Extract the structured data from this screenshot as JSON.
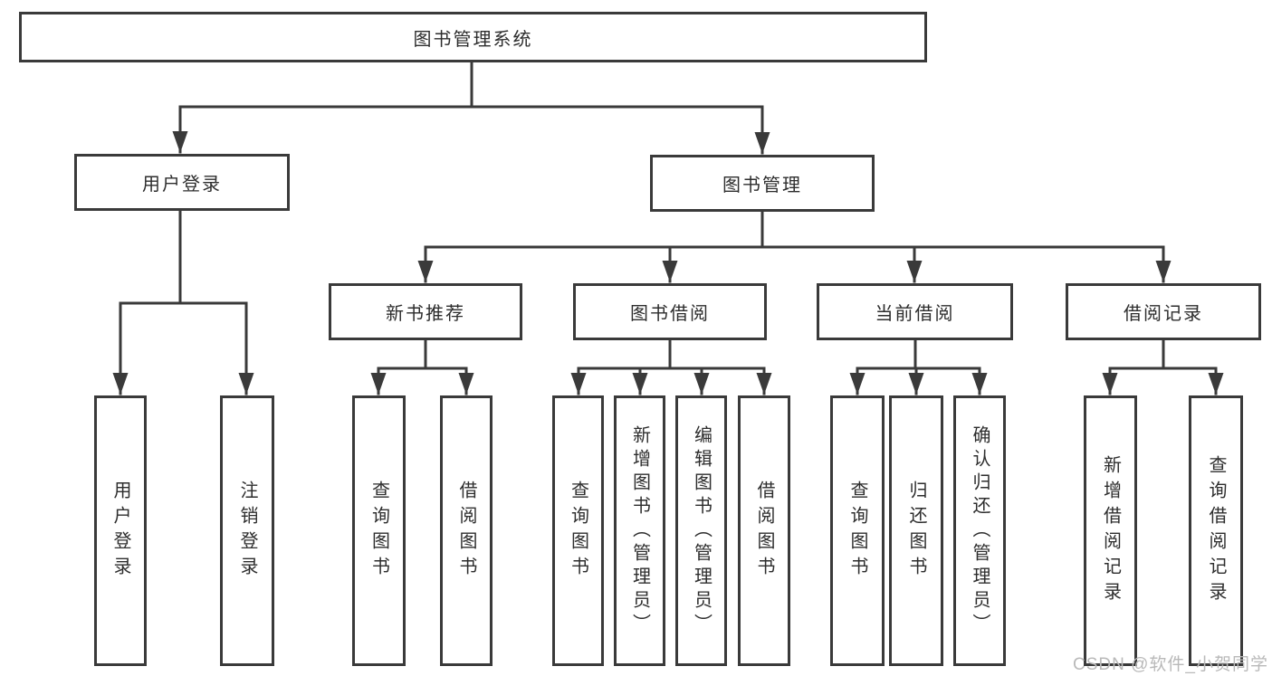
{
  "colors": {
    "line": "#3a3a3a",
    "box_border": "#3a3a3a",
    "box_fill": "#ffffff",
    "text": "#2d2d2d",
    "watermark_text": "#b9b9b9",
    "background": "#ffffff"
  },
  "watermark": "CSDN @软件_小贺同学",
  "tree": {
    "root": {
      "label": "图书管理系统"
    },
    "branches": [
      {
        "label": "用户登录",
        "children": [
          {
            "label": "用户登录"
          },
          {
            "label": "注销登录"
          }
        ]
      },
      {
        "label": "图书管理",
        "children": [
          {
            "label": "新书推荐",
            "children": [
              {
                "label": "查询图书"
              },
              {
                "label": "借阅图书"
              }
            ]
          },
          {
            "label": "图书借阅",
            "children": [
              {
                "label": "查询图书"
              },
              {
                "label": "新增图书（管理员）"
              },
              {
                "label": "编辑图书（管理员）"
              },
              {
                "label": "借阅图书"
              }
            ]
          },
          {
            "label": "当前借阅",
            "children": [
              {
                "label": "查询图书"
              },
              {
                "label": "归还图书"
              },
              {
                "label": "确认归还（管理员）"
              }
            ]
          },
          {
            "label": "借阅记录",
            "children": [
              {
                "label": "新增借阅记录"
              },
              {
                "label": "查询借阅记录"
              }
            ]
          }
        ]
      }
    ]
  }
}
